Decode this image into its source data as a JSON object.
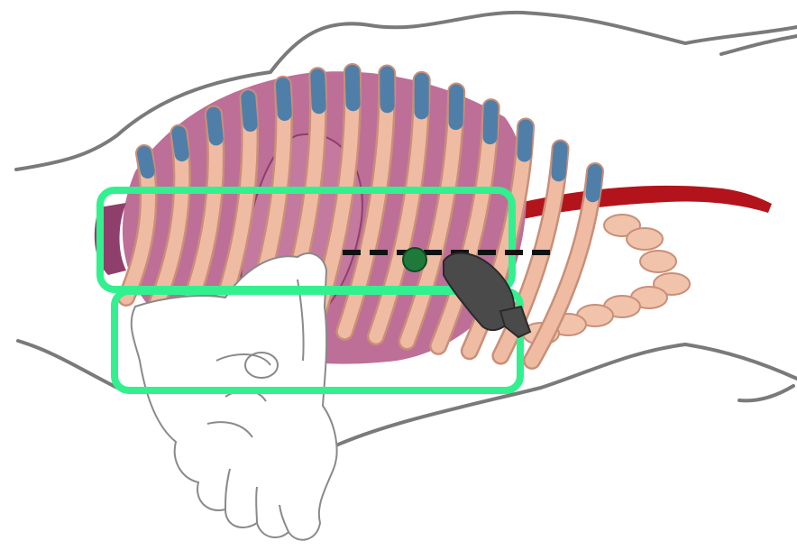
{
  "diagram": {
    "labels": [],
    "colors": {
      "background": "#ffffff",
      "body_outline": "#7a7a7a",
      "lung": "#bd6f98",
      "lung_dark": "#8f3f6b",
      "heart": "#c47aa0",
      "rib": "#efbca3",
      "rib_edge": "#c98f78",
      "costal_cartilage": "#4f7fa8",
      "aorta": "#b3141c",
      "vertebra": "#f1c3ab",
      "hand_fill": "#ffffff",
      "hand_outline": "#8a8a8a",
      "highlight_box": "#33f08f",
      "center_dot": "#1e7a3a",
      "dashed_line": "#111111",
      "probe": "#4a4a4a"
    },
    "icons": [
      "hand-illustration",
      "ultrasound-probe",
      "marker-dot"
    ],
    "highlight_regions": [
      "upper-thorax-box",
      "lower-thorax-box"
    ]
  }
}
